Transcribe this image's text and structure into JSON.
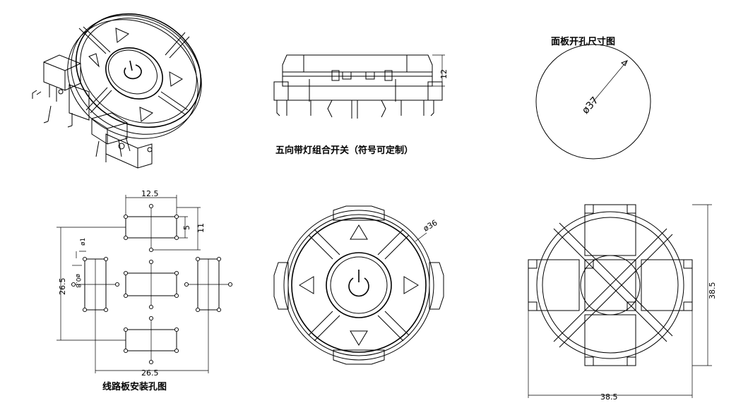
{
  "captions": {
    "side_view": "五向带灯组合开关（符号可定制）",
    "panel_cutout": "面板开孔尺寸图",
    "pcb_holes": "线路板安装孔图"
  },
  "dimensions": {
    "side_height": "12",
    "panel_diameter": "ø37",
    "pcb_top_width": "12.5",
    "pcb_small_height": "5",
    "pcb_tall_height": "11",
    "pcb_left_height": "26.5",
    "pcb_bottom_width": "26.5",
    "pin_small": "ø1",
    "pin_large": "ø0.8",
    "front_diameter": "ø36",
    "rear_height": "38.5",
    "rear_width": "38.5"
  },
  "icons": [
    "power-icon",
    "triangle-up-icon",
    "triangle-down-icon",
    "triangle-left-icon",
    "triangle-right-icon"
  ]
}
